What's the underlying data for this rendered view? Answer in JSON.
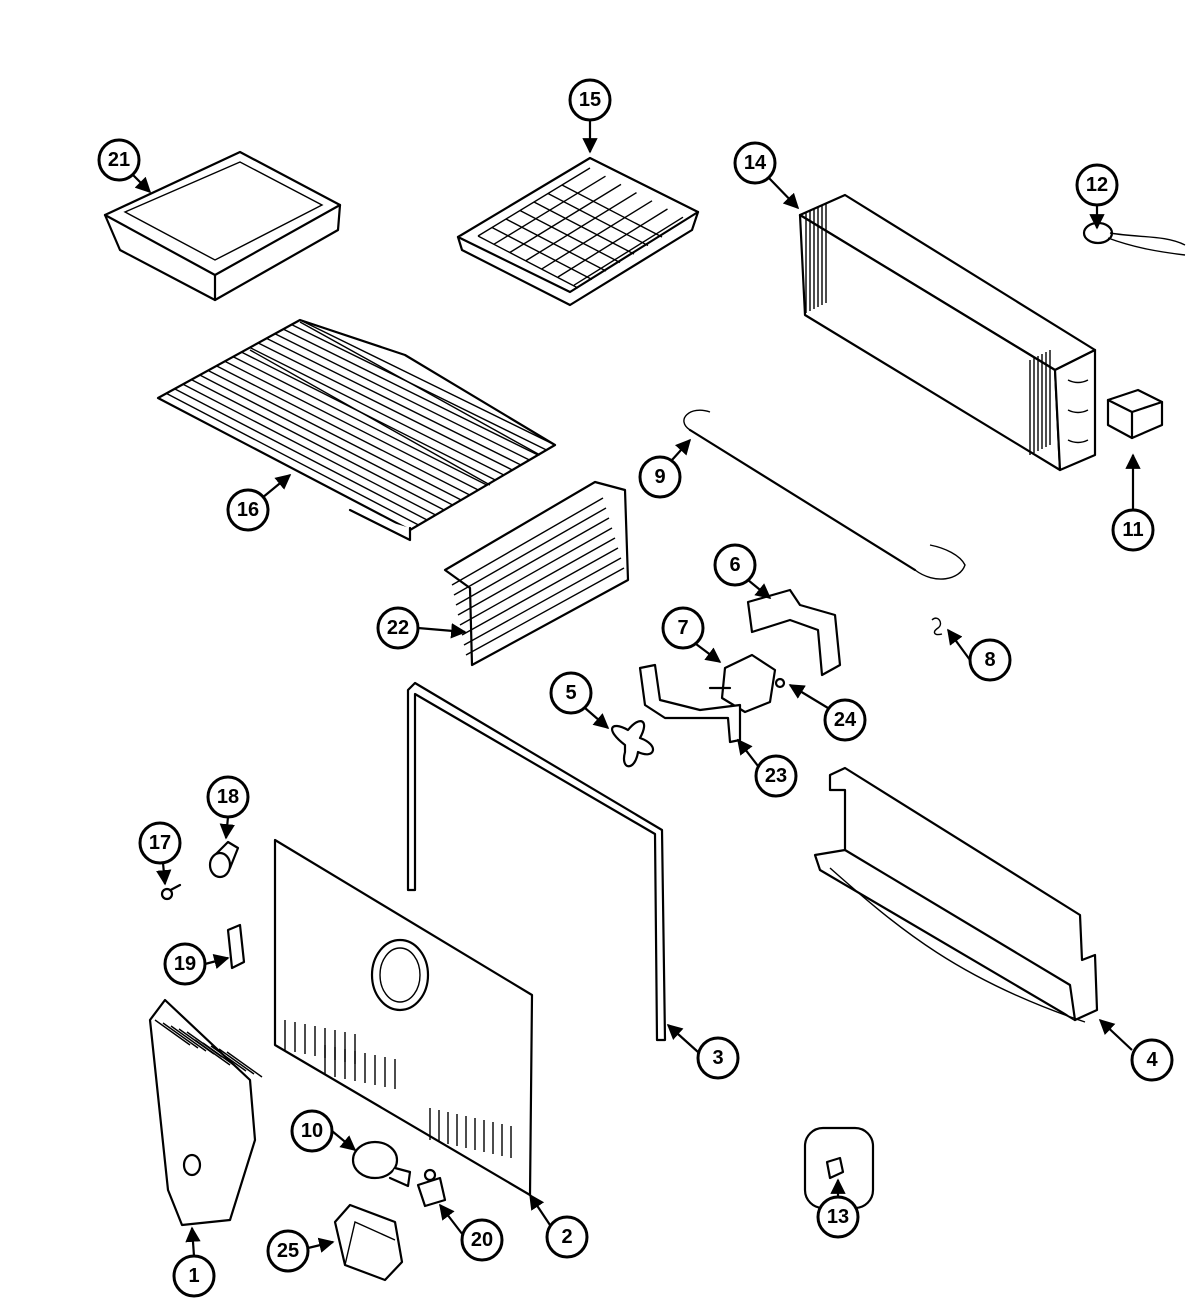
{
  "diagram": {
    "callouts": [
      {
        "id": "1",
        "label": "1"
      },
      {
        "id": "2",
        "label": "2"
      },
      {
        "id": "3",
        "label": "3"
      },
      {
        "id": "4",
        "label": "4"
      },
      {
        "id": "5",
        "label": "5"
      },
      {
        "id": "6",
        "label": "6"
      },
      {
        "id": "7",
        "label": "7"
      },
      {
        "id": "8",
        "label": "8"
      },
      {
        "id": "9",
        "label": "9"
      },
      {
        "id": "10",
        "label": "10"
      },
      {
        "id": "11",
        "label": "11"
      },
      {
        "id": "12",
        "label": "12"
      },
      {
        "id": "13",
        "label": "13"
      },
      {
        "id": "14",
        "label": "14"
      },
      {
        "id": "15",
        "label": "15"
      },
      {
        "id": "16",
        "label": "16"
      },
      {
        "id": "17",
        "label": "17"
      },
      {
        "id": "18",
        "label": "18"
      },
      {
        "id": "19",
        "label": "19"
      },
      {
        "id": "20",
        "label": "20"
      },
      {
        "id": "21",
        "label": "21"
      },
      {
        "id": "22",
        "label": "22"
      },
      {
        "id": "23",
        "label": "23"
      },
      {
        "id": "24",
        "label": "24"
      },
      {
        "id": "25",
        "label": "25"
      }
    ]
  }
}
